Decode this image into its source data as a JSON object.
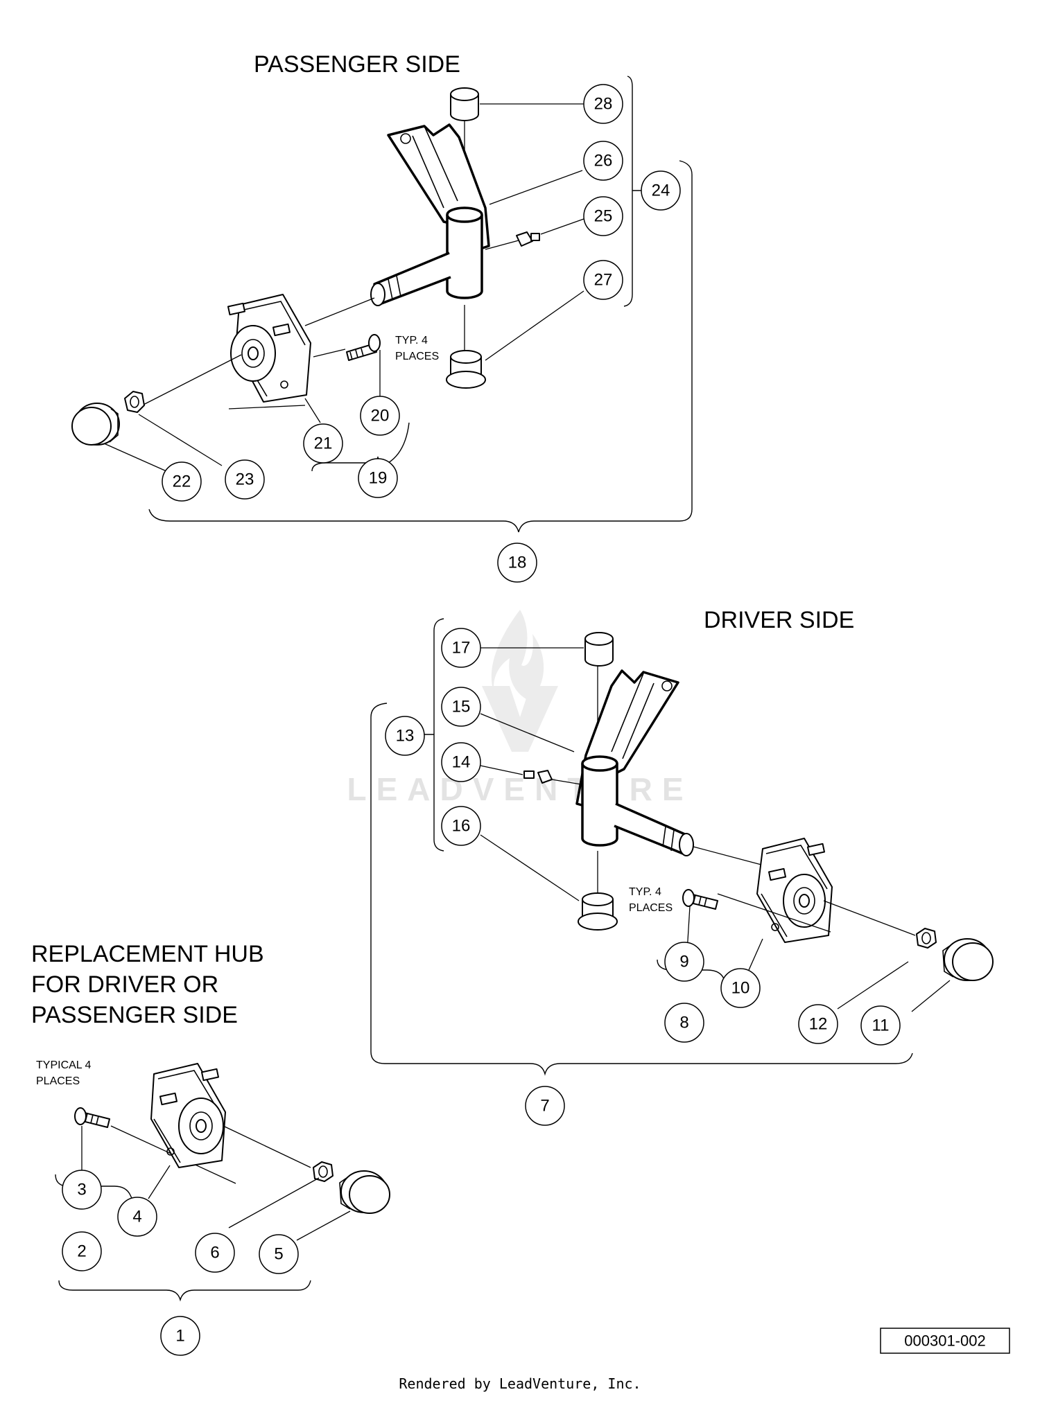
{
  "headings": {
    "passenger": "PASSENGER SIDE",
    "driver": "DRIVER SIDE",
    "replacement_line1": "REPLACEMENT HUB",
    "replacement_line2": "FOR DRIVER OR",
    "replacement_line3": "PASSENGER SIDE"
  },
  "notes": {
    "passenger_typ_line1": "TYP. 4",
    "passenger_typ_line2": "PLACES",
    "driver_typ_line1": "TYP. 4",
    "driver_typ_line2": "PLACES",
    "replacement_typ_line1": "TYPICAL 4",
    "replacement_typ_line2": "PLACES"
  },
  "callouts": {
    "c1": "1",
    "c2": "2",
    "c3": "3",
    "c4": "4",
    "c5": "5",
    "c6": "6",
    "c7": "7",
    "c8": "8",
    "c9": "9",
    "c10": "10",
    "c11": "11",
    "c12": "12",
    "c13": "13",
    "c14": "14",
    "c15": "15",
    "c16": "16",
    "c17": "17",
    "c18": "18",
    "c19": "19",
    "c20": "20",
    "c21": "21",
    "c22": "22",
    "c23": "23",
    "c24": "24",
    "c25": "25",
    "c26": "26",
    "c27": "27",
    "c28": "28"
  },
  "reference_number": "000301-002",
  "watermark": "LEADVENTURE",
  "footer": "Rendered by LeadVenture, Inc."
}
